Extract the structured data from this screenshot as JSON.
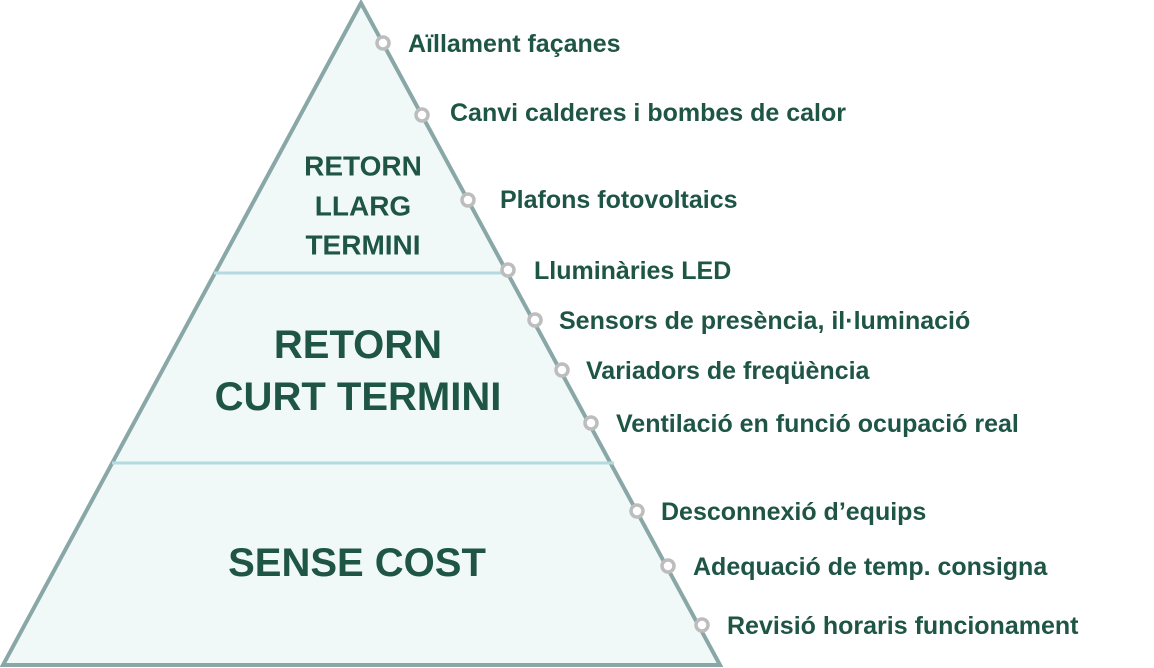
{
  "colors": {
    "text": "#1e5545",
    "fill": "#f1f9f8",
    "outline": "#8aa7a7",
    "divider": "#b3dbdf",
    "marker": "#bdbdbd"
  },
  "tiers": [
    {
      "lines": [
        "RETORN",
        "LLARG",
        "TERMINI"
      ]
    },
    {
      "lines": [
        "RETORN",
        "CURT TERMINI"
      ]
    },
    {
      "lines": [
        "SENSE COST"
      ]
    }
  ],
  "items": [
    "Aïllament façanes",
    "Canvi calderes i bombes de calor",
    "Plafons fotovoltaics",
    "Lluminàries LED",
    "Sensors de presència, il·luminació",
    "Variadors de freqüència",
    "Ventilació en funció ocupació real",
    "Desconnexió d’equips",
    "Adequació de temp. consigna",
    "Revisió horaris funcionament"
  ]
}
